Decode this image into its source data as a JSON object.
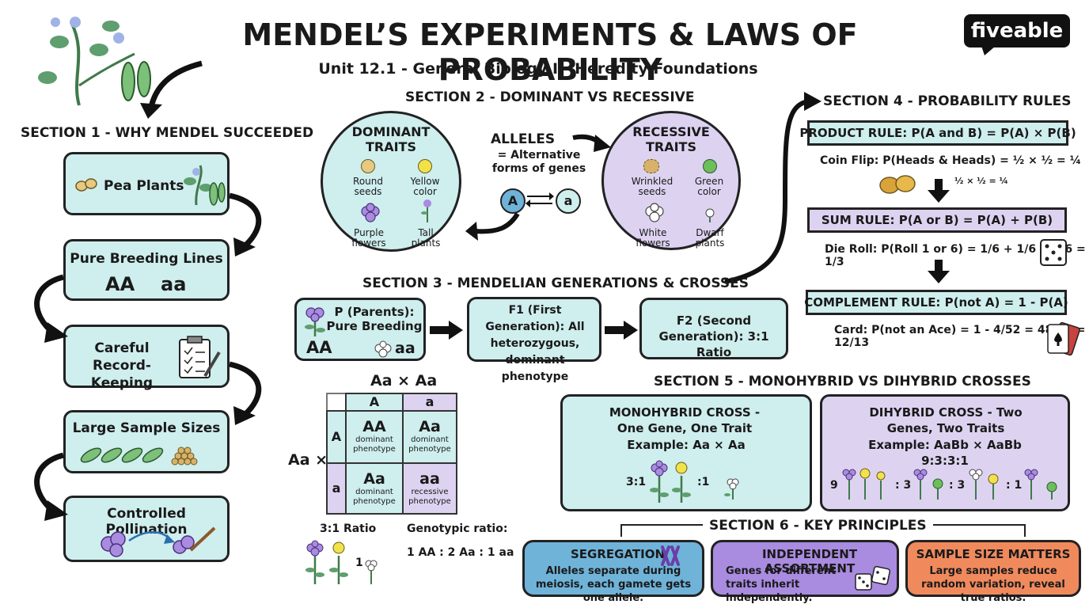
{
  "header": {
    "title": "MENDEL’S EXPERIMENTS & LAWS OF PROBABILITY",
    "subtitle": "Unit 12.1 - General Biology I - Heredity Foundations",
    "brand": "fiveable"
  },
  "section1": {
    "title": "SECTION 1 - WHY MENDEL SUCCEEDED",
    "items": [
      "Pea Plants",
      "Pure Breeding Lines",
      "Careful Record-Keeping",
      "Large Sample Sizes",
      "Controlled Pollination"
    ],
    "pure_aa_upper": "AA",
    "pure_aa_lower": "aa"
  },
  "section2": {
    "title": "SECTION 2 - DOMINANT VS RECESSIVE",
    "dominant": {
      "title": "DOMINANT TRAITS",
      "traits": [
        "Round seeds",
        "Yellow color",
        "Purple flowers",
        "Tall plants"
      ]
    },
    "recessive": {
      "title": "RECESSIVE TRAITS",
      "traits": [
        "Wrinkled seeds",
        "Green color",
        "White flowers",
        "Dwarf plants"
      ]
    },
    "alleles_title": "ALLELES",
    "alleles_def": "= Alternative forms of genes",
    "allele_upper": "A",
    "allele_lower": "a"
  },
  "section3": {
    "title": "SECTION 3 - MENDELIAN GENERATIONS & CROSSES",
    "p_label": "P (Parents): Pure Breeding",
    "p_aa_upper": "AA",
    "p_aa_lower": "aa",
    "f1_label": "F1 (First Generation): All heterozygous, dominant phenotype",
    "f2_label": "F2 (Second Generation): 3:1 Ratio",
    "punnett": {
      "cross": "Aa × Aa",
      "row_prefix": "Aa ×",
      "col_headers": [
        "A",
        "a"
      ],
      "row_headers": [
        "A",
        "a"
      ],
      "cells": [
        {
          "geno": "AA",
          "pheno": "dominant phenotype"
        },
        {
          "geno": "Aa",
          "pheno": "dominant phenotype"
        },
        {
          "geno": "Aa",
          "pheno": "dominant phenotype"
        },
        {
          "geno": "aa",
          "pheno": "recessive phenotype"
        }
      ]
    },
    "ratio_label": "3:1 Ratio",
    "ratio_one": "1",
    "geno_ratio_label": "Genotypic ratio:",
    "geno_ratio": "1 AA : 2 Aa : 1 aa"
  },
  "section4": {
    "title": "SECTION 4 - PROBABILITY RULES",
    "product_rule": "PRODUCT RULE: P(A and B) = P(A) × P(B)",
    "product_example": "Coin Flip: P(Heads & Heads) = ½ × ½ = ¼",
    "product_note": "½ × ½ = ¼",
    "sum_rule": "SUM RULE: P(A or B) = P(A) + P(B)",
    "sum_example": "Die Roll: P(Roll 1 or 6) = 1/6 + 1/6 = 2/6 = 1/3",
    "complement_rule": "COMPLEMENT RULE: P(not A) = 1 - P(A)",
    "complement_example": "Card: P(not an Ace) = 1 - 4/52 = 48/52 = 12/13"
  },
  "section5": {
    "title": "SECTION 5 - MONOHYBRID VS DIHYBRID CROSSES",
    "mono_title": "MONOHYBRID CROSS - One Gene, One Trait",
    "mono_example": "Example: Aa × Aa",
    "mono_ratio_3": "3:1",
    "mono_ratio_1": ":1",
    "di_title": "DIHYBRID CROSS - Two Genes, Two Traits",
    "di_example": "Example: AaBb × AaBb",
    "di_ratio": "9:3:3:1",
    "di_nums": [
      "9",
      ": 3",
      ": 3",
      ": 1"
    ]
  },
  "section6": {
    "title": "SECTION 6 - KEY PRINCIPLES",
    "cards": [
      {
        "title": "SEGREGATION",
        "text": "Alleles separate during meiosis, each gamete gets one allele."
      },
      {
        "title": "INDEPENDENT ASSORTMENT",
        "text": "Genes for different traits inherit independently."
      },
      {
        "title": "SAMPLE SIZE MATTERS",
        "text": "Large samples reduce random variation, reveal true ratios."
      }
    ]
  },
  "colors": {
    "teal": "#cfeeee",
    "lavender": "#ddd3f1",
    "blue_card": "#6fb3d9",
    "purple_card": "#a98be0",
    "orange_card": "#f08a5d"
  }
}
